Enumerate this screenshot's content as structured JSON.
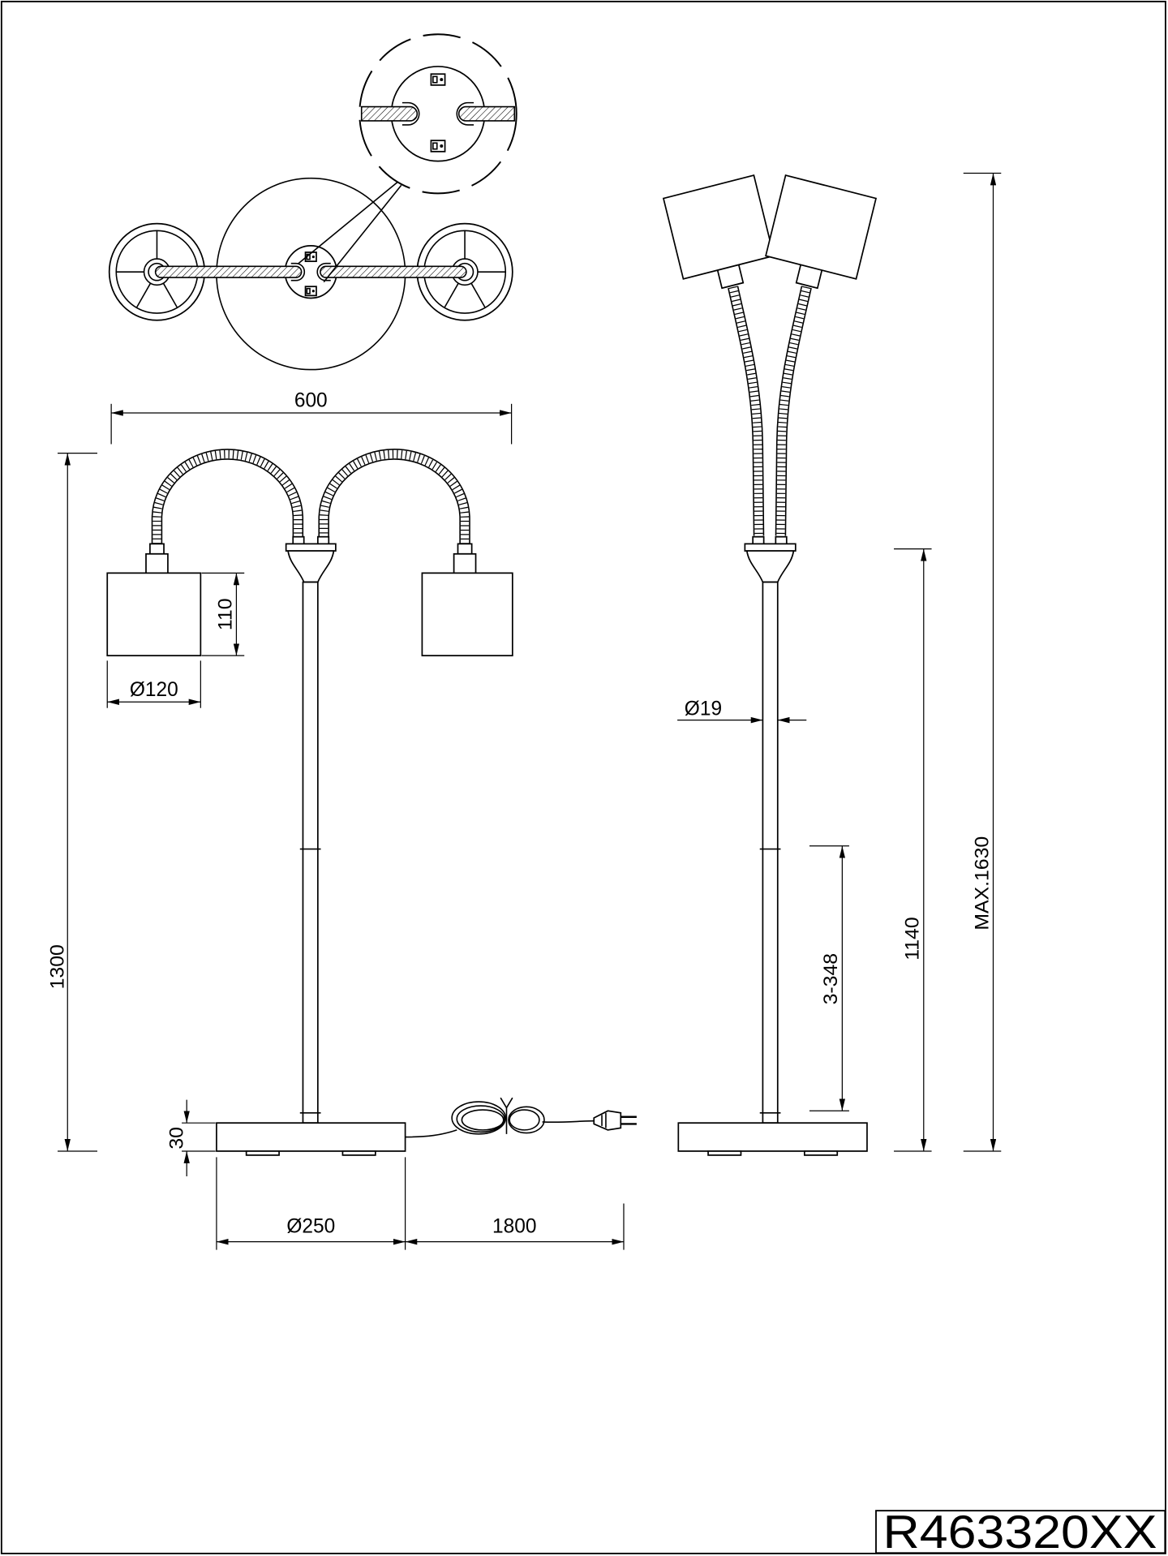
{
  "drawing": {
    "product_code": "R463320XX",
    "dimensions": {
      "overall_width": "600",
      "arm_height": "1300",
      "shade_height": "110",
      "shade_diameter": "Ø120",
      "base_height": "30",
      "base_diameter": "Ø250",
      "cable_length": "1800",
      "tube_diameter": "Ø19",
      "tube_segments": "3-348",
      "hub_height": "1140",
      "max_height": "MAX.1630"
    }
  },
  "colors": {
    "line": "#000000",
    "paper": "#ffffff"
  }
}
